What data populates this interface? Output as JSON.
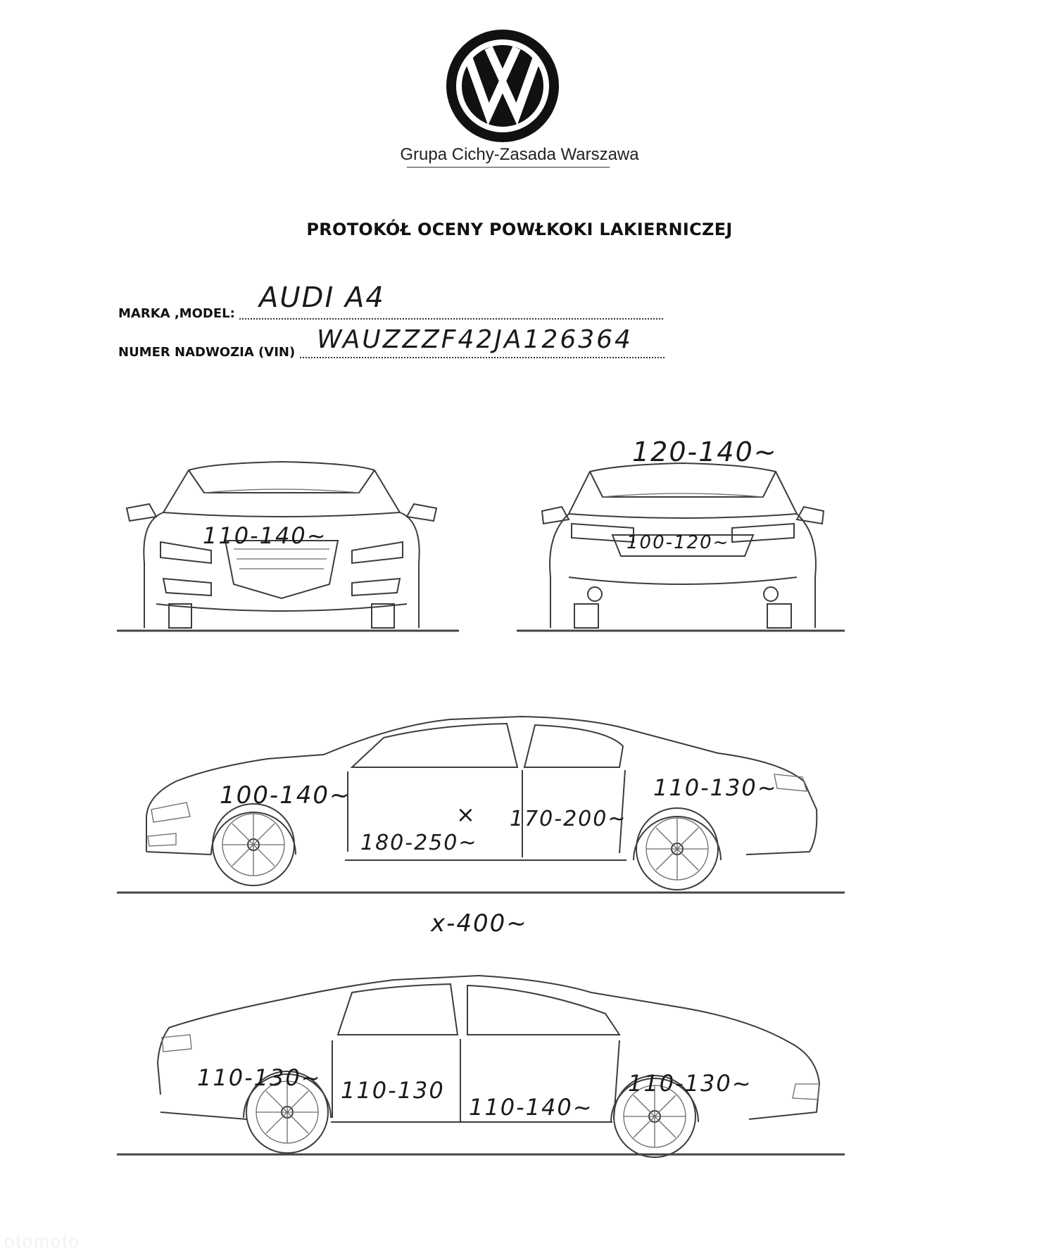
{
  "header": {
    "logo_icon": "vw-logo-icon",
    "organization": "Grupa Cichy-Zasada Warszawa"
  },
  "document": {
    "title": "PROTOKÓŁ OCENY POWŁKOKI LAKIERNICZEJ"
  },
  "fields": {
    "model_label": "MARKA ,MODEL:",
    "model_value": "AUDI A4",
    "vin_label": "NUMER NADWOZIA (VIN)",
    "vin_value": "WAUZZZF42JA126364"
  },
  "measurements": {
    "front_hood": "110-140~",
    "rear_roof": "120-140~",
    "rear_trunk": "100-120~",
    "left_front_fender": "100-140~",
    "left_front_door": "180-250~",
    "left_front_door_mark": "×",
    "left_rear_door": "170-200~",
    "left_rear_quarter": "110-130~",
    "left_x_note": "x-400~",
    "right_rear_quarter": "110-130~",
    "right_rear_door": "110-130",
    "right_front_door": "110-140~",
    "right_front_fender": "110-130~"
  },
  "watermark": "otomoto"
}
